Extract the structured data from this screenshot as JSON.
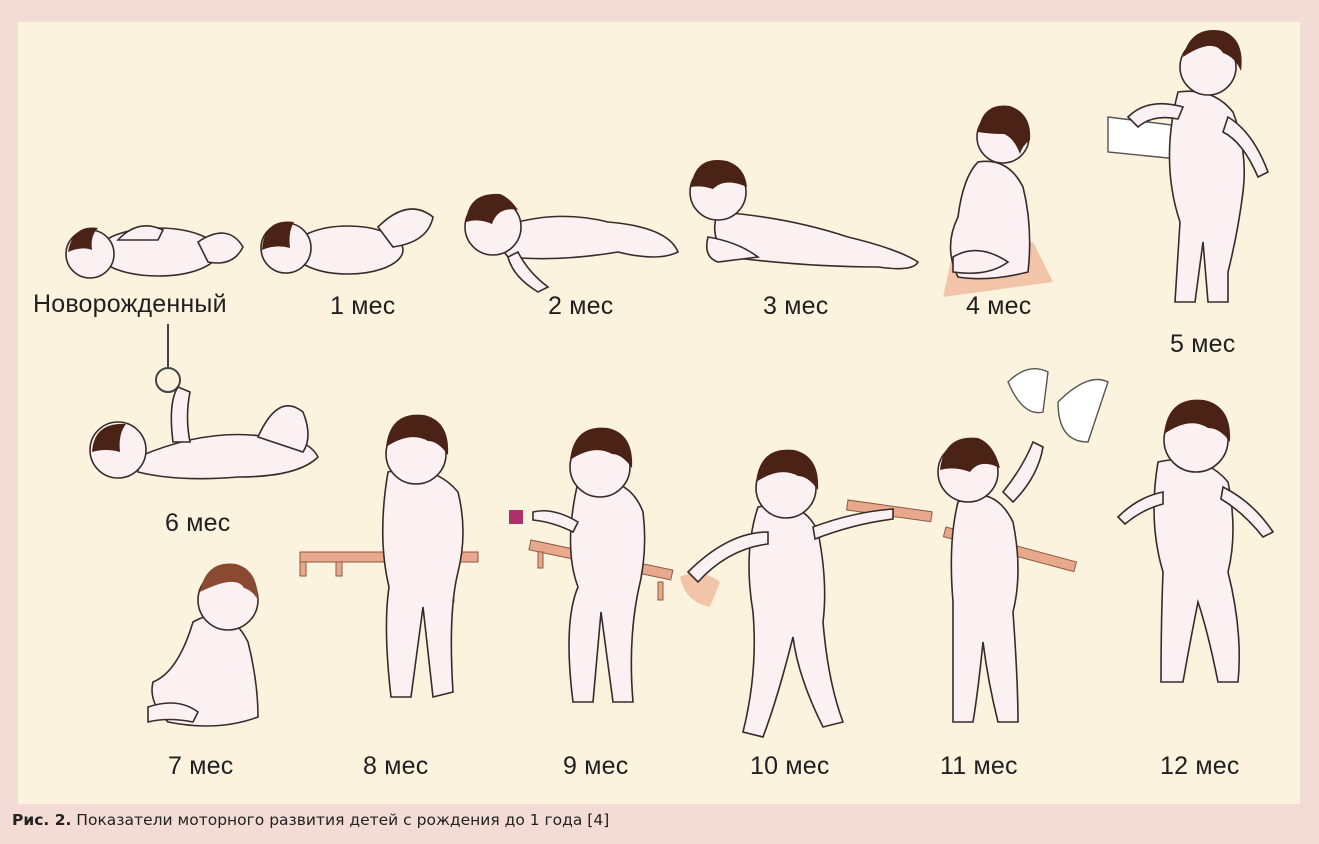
{
  "labels": {
    "newborn": "Новорожденный",
    "m1": "1 мес",
    "m2": "2 мес",
    "m3": "3 мес",
    "m4": "4 мес",
    "m5": "5 мес",
    "m6": "6 мес",
    "m7": "7 мес",
    "m8": "8 мес",
    "m9": "9 мес",
    "m10": "10 мес",
    "m11": "11 мес",
    "m12": "12 мес"
  },
  "caption": {
    "lead": "Рис. 2.",
    "text": " Показатели моторного развития детей с рождения до 1 года [4]"
  },
  "colors": {
    "frame": "#f3dcd5",
    "panel": "#fbf3dd",
    "skin": "#fbf0f2",
    "hair": "#4a2216",
    "rail": "#e8a88c"
  }
}
